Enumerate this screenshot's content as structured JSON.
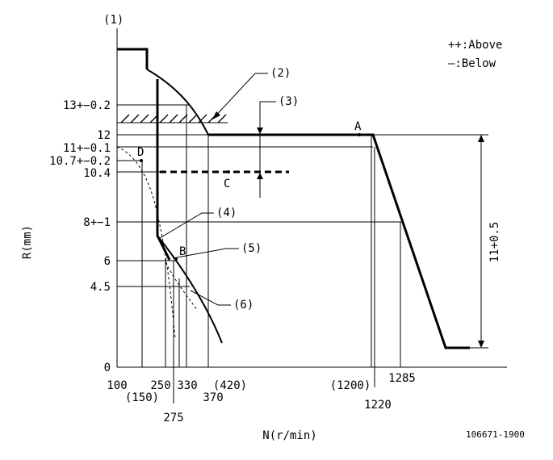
{
  "diagram": {
    "y_axis_id": "(1)",
    "y_axis_label": "R(mm)",
    "x_axis_label": "N(r/min)",
    "legend": {
      "above": "++:Above",
      "below": "—:Below"
    },
    "figure_code": "106671-1900",
    "y_ticks": {
      "t13": "13+−0.2",
      "t12": "12",
      "t11": "11+−0.1",
      "t107": "10.7+−0.2",
      "t104": "10.4",
      "t8": "8+−1",
      "t6": "6",
      "t45": "4.5",
      "t0": "0"
    },
    "x_ticks": {
      "t100": "100",
      "t150": "(150)",
      "t250": "250",
      "t275": "275",
      "t330": "330",
      "t370": "370",
      "t420": "(420)",
      "t1200": "(1200)",
      "t1220": "1220",
      "t1285": "1285"
    },
    "points": {
      "A": "A",
      "B": "B",
      "C": "C",
      "D": "D"
    },
    "callouts": {
      "c2": "(2)",
      "c3": "(3)",
      "c4": "(4)",
      "c5": "(5)",
      "c6": "(6)"
    },
    "dimension_label": "11+0.5"
  }
}
